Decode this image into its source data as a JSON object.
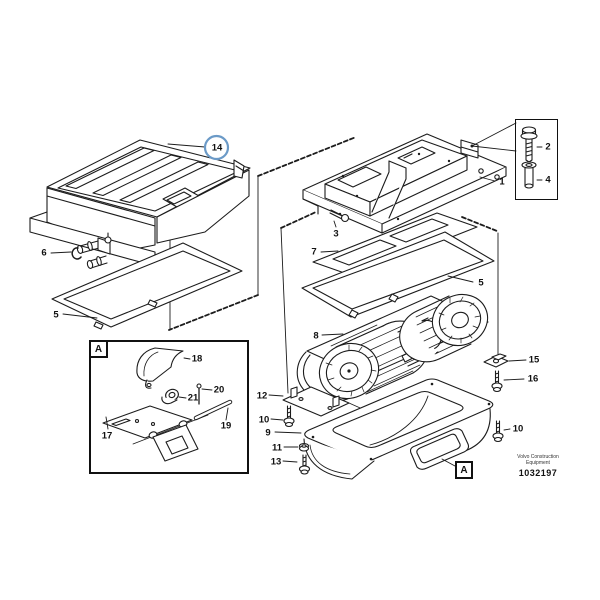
{
  "branding": {
    "company_line1": "Volvo Construction",
    "company_line2": "Equipment",
    "figure_number": "1032197"
  },
  "detail_marker": "A",
  "colors": {
    "line": "#1c1c1c",
    "highlight_circle": "#6b9ac7",
    "background": "#ffffff"
  },
  "callouts": {
    "c14": "14",
    "c6": "6",
    "c5_left": "5",
    "c1": "1",
    "c2": "2",
    "c4": "4",
    "c3": "3",
    "c7": "7",
    "c5_right": "5",
    "c8": "8",
    "c15": "15",
    "c16": "16",
    "c10_right": "10",
    "c12": "12",
    "c10_left": "10",
    "c9": "9",
    "c11": "11",
    "c13": "13",
    "c17": "17",
    "c18": "18",
    "c19": "19",
    "c20": "20",
    "c21": "21"
  }
}
